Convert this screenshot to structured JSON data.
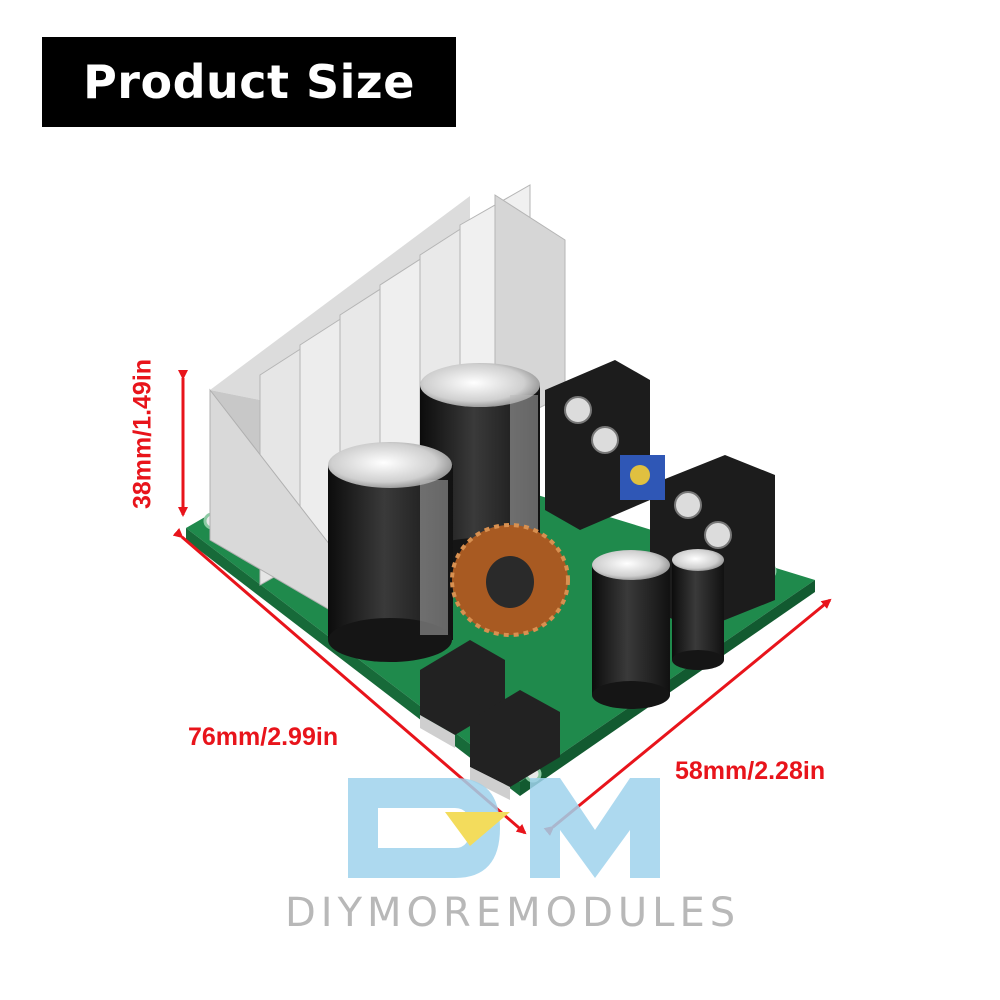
{
  "title": "Product Size",
  "dimensions": {
    "height": "38mm/1.49in",
    "length": "76mm/2.99in",
    "width": "58mm/2.28in"
  },
  "brand": {
    "name": "DIYMOREMODULES",
    "logo_letters": "DM"
  },
  "components": {
    "heatsink": "aluminum-heatsink",
    "capacitors": 4,
    "inductor": "toroidal-copper-coil",
    "terminal_screws": 4,
    "potentiometer": "blue-trimmer"
  },
  "colors": {
    "banner_bg": "#000000",
    "banner_text": "#ffffff",
    "dimension_red": "#e8141b",
    "pcb_green": "#1f8a4c",
    "logo_blue": "#9fd2ec",
    "logo_yellow": "#f3dc5c",
    "brand_gray": "#b8b8b8"
  }
}
